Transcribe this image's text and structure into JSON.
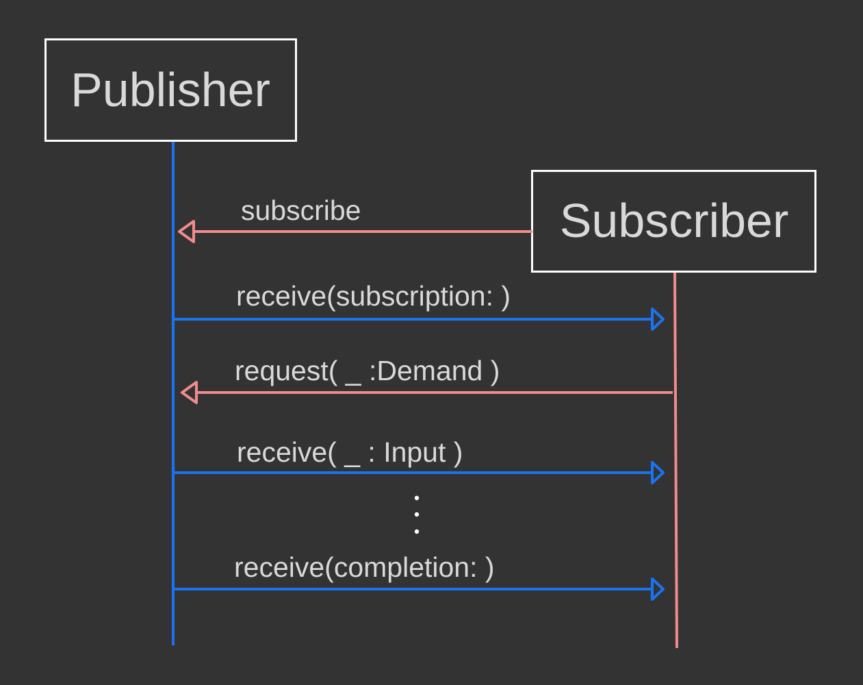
{
  "colors": {
    "background": "#333333",
    "box_stroke": "#ffffff",
    "text": "#d9d9d9",
    "publisher_line": "#1a73f0",
    "subscriber_line": "#f28b8b",
    "ellipsis_dots": "#ffffff"
  },
  "actors": {
    "publisher": {
      "label": "Publisher"
    },
    "subscriber": {
      "label": "Subscriber"
    }
  },
  "messages": [
    {
      "label": "subscribe",
      "direction": "to-publisher"
    },
    {
      "label": "receive(subscription: )",
      "direction": "to-subscriber"
    },
    {
      "label": "request( _ :Demand )",
      "direction": "to-publisher"
    },
    {
      "label": "receive( _ : Input )",
      "direction": "to-subscriber"
    },
    {
      "label": "receive(completion: )",
      "direction": "to-subscriber"
    }
  ]
}
